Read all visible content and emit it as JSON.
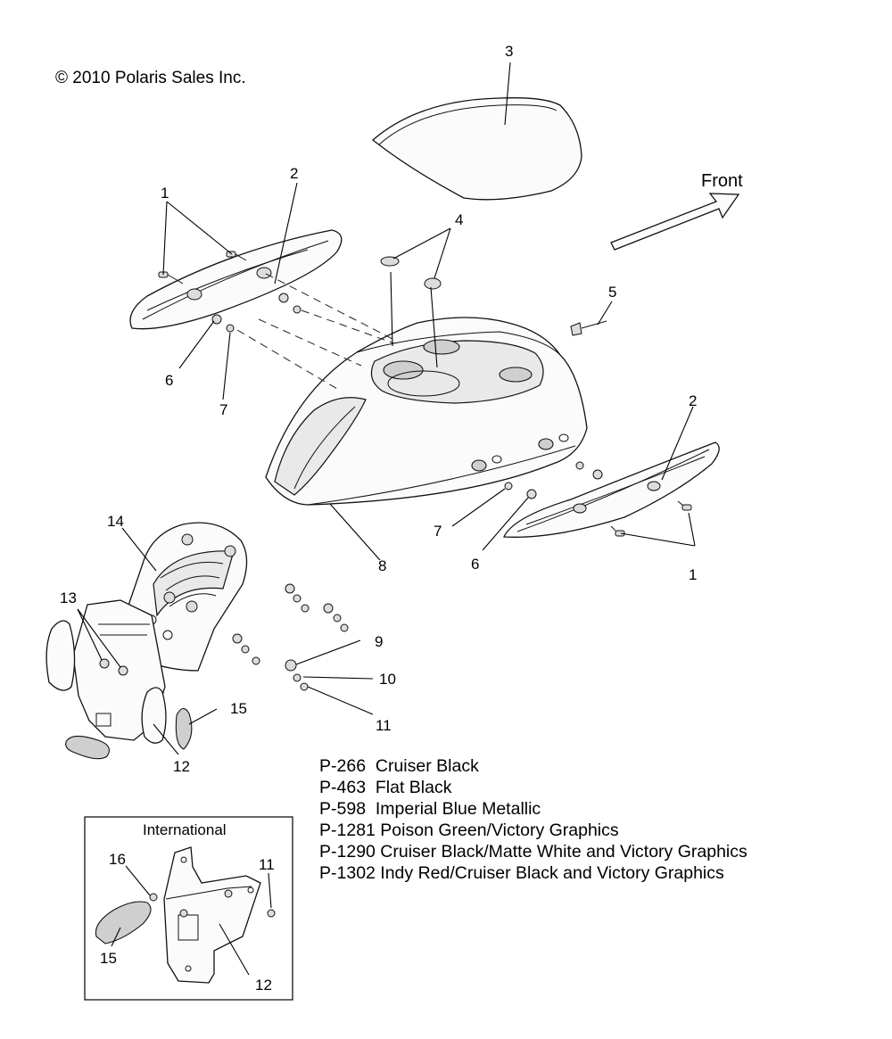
{
  "copyright": "© 2010 Polaris Sales Inc.",
  "direction_label": "Front",
  "callouts": [
    "1",
    "2",
    "3",
    "4",
    "5",
    "6",
    "7",
    "8",
    "9",
    "10",
    "11",
    "12",
    "13",
    "14",
    "15",
    "16"
  ],
  "paint_codes": [
    "P-266  Cruiser Black",
    "P-463  Flat Black",
    "P-598  Imperial Blue Metallic",
    "P-1281 Poison Green/Victory Graphics",
    "P-1290 Cruiser Black/Matte White and Victory Graphics",
    "P-1302 Indy Red/Cruiser Black and Victory Graphics"
  ],
  "inset": {
    "title": "International",
    "callouts": [
      "16",
      "11",
      "15",
      "12"
    ]
  }
}
